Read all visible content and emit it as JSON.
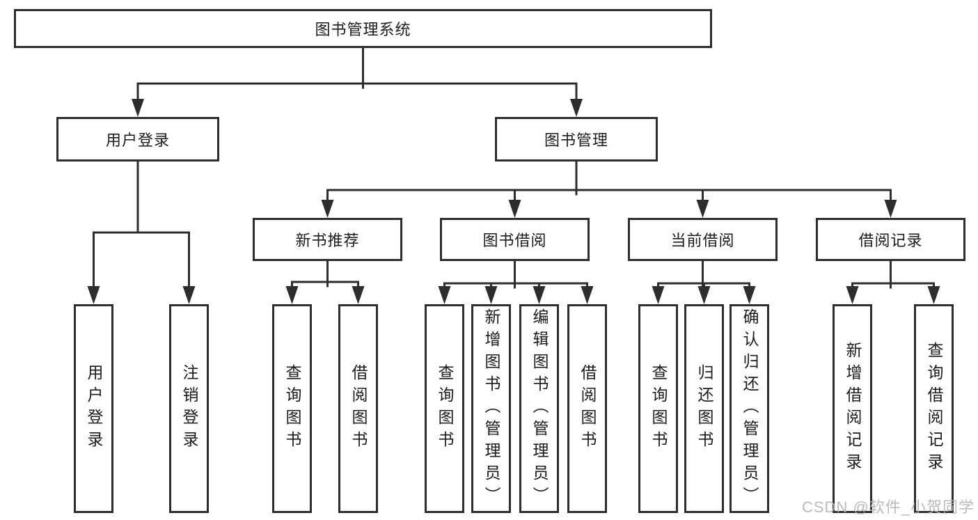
{
  "tree": {
    "label": "图书管理系统",
    "children": [
      {
        "label": "用户登录",
        "children": [
          {
            "label": "用户登录"
          },
          {
            "label": "注销登录"
          }
        ]
      },
      {
        "label": "图书管理",
        "children": [
          {
            "label": "新书推荐",
            "children": [
              {
                "label": "查询图书"
              },
              {
                "label": "借阅图书"
              }
            ]
          },
          {
            "label": "图书借阅",
            "children": [
              {
                "label": "查询图书"
              },
              {
                "label": "新增图书（管理员）"
              },
              {
                "label": "编辑图书（管理员）"
              },
              {
                "label": "借阅图书"
              }
            ]
          },
          {
            "label": "当前借阅",
            "children": [
              {
                "label": "查询图书"
              },
              {
                "label": "归还图书"
              },
              {
                "label": "确认归还（管理员）"
              }
            ]
          },
          {
            "label": "借阅记录",
            "children": [
              {
                "label": "新增借阅记录"
              },
              {
                "label": "查询借阅记录"
              }
            ]
          }
        ]
      }
    ]
  },
  "watermark": {
    "text": "CSDN @软件_小贺同学"
  },
  "colors": {
    "line": "#2d2d2d",
    "text": "#1b1b1b",
    "watermark": "#b3b3b3",
    "background": "#ffffff"
  }
}
